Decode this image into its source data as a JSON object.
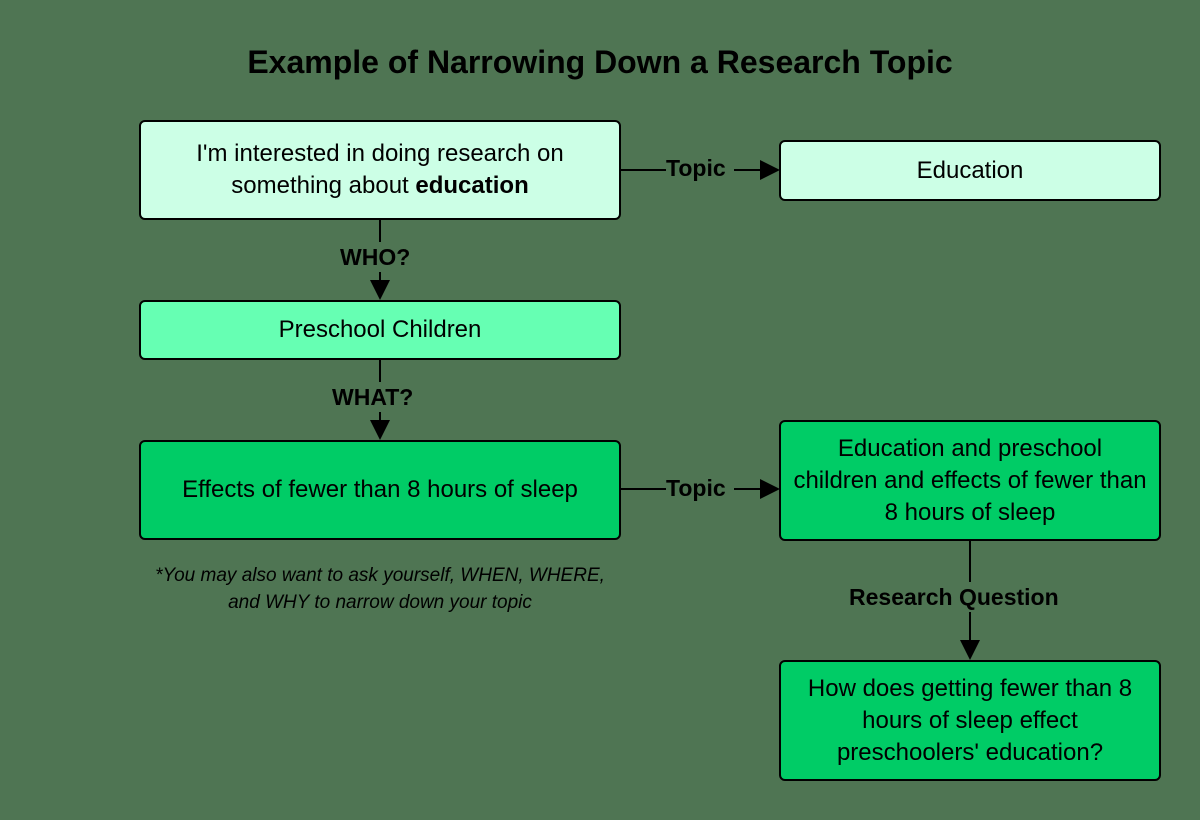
{
  "title": "Example of Narrowing Down a Research Topic",
  "nodes": {
    "interest": {
      "text_pre": "I'm interested in doing research on something about ",
      "text_bold": "education"
    },
    "topic1": {
      "text": "Education"
    },
    "who_answer": {
      "text": "Preschool Children"
    },
    "what_answer": {
      "text": "Effects of fewer than 8 hours of sleep"
    },
    "topic2": {
      "text": "Education and preschool children and effects of fewer than 8 hours of sleep"
    },
    "question": {
      "text": "How does getting fewer than 8 hours of sleep effect preschoolers' education?"
    }
  },
  "edges": {
    "topic_label_1": "Topic",
    "who_label": "WHO?",
    "what_label": "WHAT?",
    "topic_label_2": "Topic",
    "rq_label": "Research Question"
  },
  "note": "*You may also want to ask yourself, WHEN, WHERE, and WHY to narrow down your topic",
  "colors": {
    "background": "#4f7553",
    "light": "#ccffe6",
    "medium": "#66ffb3",
    "dark": "#00cc66"
  }
}
